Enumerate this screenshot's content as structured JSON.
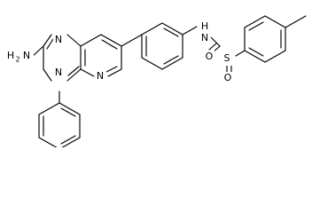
{
  "diagram": {
    "atoms": {
      "amine_h": "H",
      "amine_h_count": "2",
      "amine_n": "N",
      "ring_n_top": "N",
      "ring_n_bottom": "N",
      "pyridine_n": "N",
      "sulfonamide_h": "H",
      "sulfonamide_n": "N",
      "sulfur": "S",
      "oxygen_top": "O",
      "oxygen_bottom": "O"
    }
  }
}
